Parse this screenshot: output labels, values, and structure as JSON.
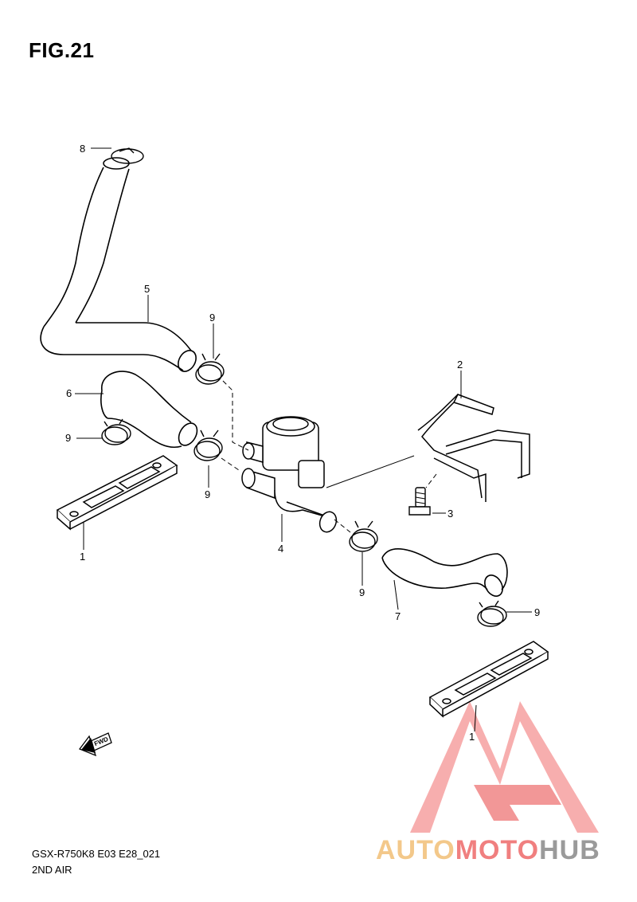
{
  "figure": {
    "title": "FIG.21"
  },
  "callouts": [
    {
      "id": "8",
      "label": "8"
    },
    {
      "id": "5",
      "label": "5"
    },
    {
      "id": "9a",
      "label": "9"
    },
    {
      "id": "6",
      "label": "6"
    },
    {
      "id": "2",
      "label": "2"
    },
    {
      "id": "9b",
      "label": "9"
    },
    {
      "id": "9c",
      "label": "9"
    },
    {
      "id": "3",
      "label": "3"
    },
    {
      "id": "1a",
      "label": "1"
    },
    {
      "id": "4",
      "label": "4"
    },
    {
      "id": "9d",
      "label": "9"
    },
    {
      "id": "7",
      "label": "7"
    },
    {
      "id": "9e",
      "label": "9"
    },
    {
      "id": "1b",
      "label": "1"
    }
  ],
  "fwd_arrow": {
    "label": "FWD"
  },
  "footer": {
    "model_code": "GSX-R750K8 E03 E28_021",
    "section_name": "2ND AIR"
  },
  "watermark": {
    "part1": "AUTO",
    "part2": "MOTO",
    "part3": "HUB",
    "colors": {
      "auto": "#f3c88a",
      "moto": "#f07f7f",
      "hub": "#9a9a9a",
      "logo": "#f28a8a"
    }
  }
}
